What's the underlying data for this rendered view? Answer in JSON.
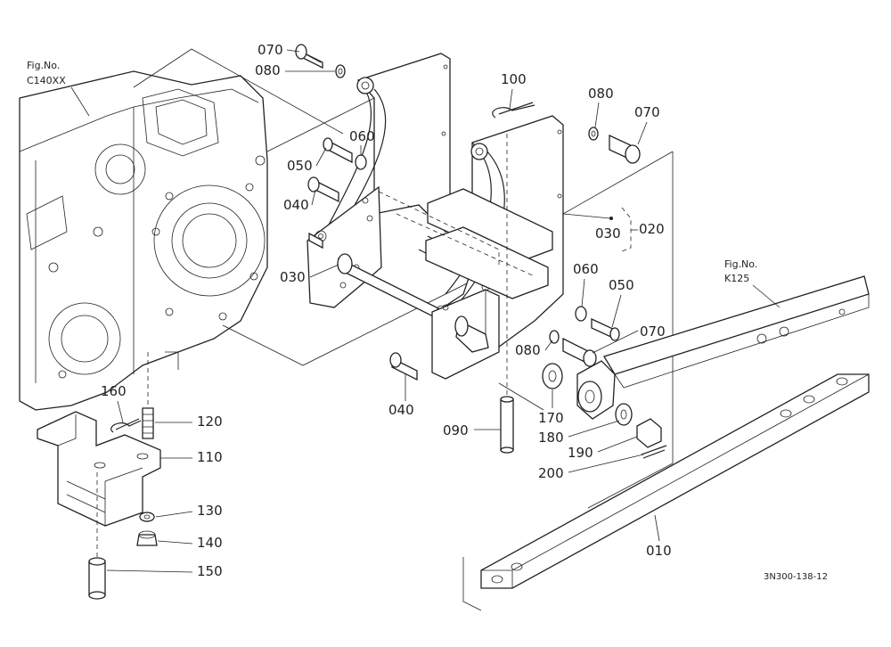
{
  "figure_refs": [
    {
      "line1": "Fig.No.",
      "line2": "C140XX"
    },
    {
      "line1": "Fig.No.",
      "line2": "K125"
    }
  ],
  "callouts": [
    "070",
    "080",
    "100",
    "080",
    "070",
    "060",
    "050",
    "040",
    "030",
    "020",
    "030",
    "060",
    "050",
    "070",
    "080",
    "040",
    "090",
    "170",
    "180",
    "190",
    "200",
    "010",
    "160",
    "120",
    "110",
    "130",
    "140",
    "150"
  ],
  "drawing_code": "3N300-138-12"
}
